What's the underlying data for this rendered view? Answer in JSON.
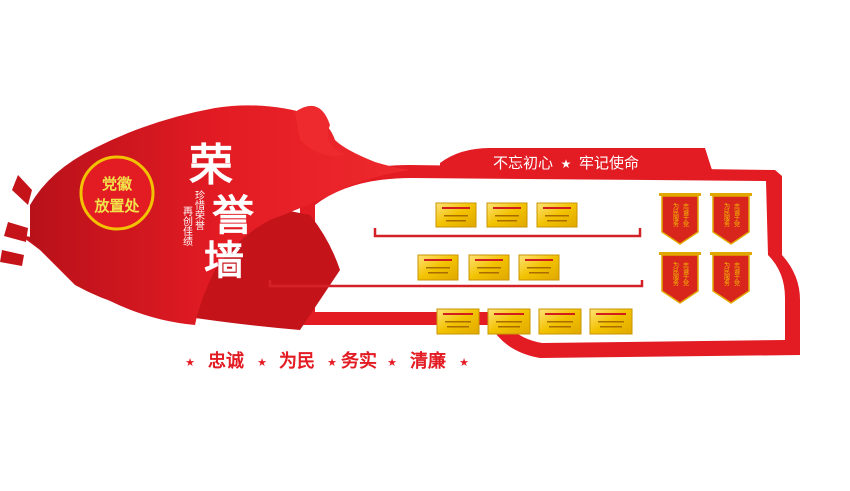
{
  "badge": {
    "line1": "党徽",
    "line2": "放置处"
  },
  "title": {
    "char1": "荣",
    "char2": "誉",
    "char3": "墙"
  },
  "motto": {
    "line1": "珍惜荣誉",
    "line2": "再创佳绩"
  },
  "banner": {
    "left": "不忘初心",
    "right": "牢记使命"
  },
  "slogan": {
    "w1": "忠诚",
    "w2": "为民",
    "w3": "务实",
    "w4": "清廉"
  },
  "pennant": {
    "left_col": "为民服务",
    "right_col": "忠诚于党"
  },
  "colors": {
    "red": "#e31b23",
    "dark_red": "#c4141a",
    "gold": "#f2c200",
    "gold_light": "#ffe27a",
    "pennant_red": "#d9261c"
  }
}
